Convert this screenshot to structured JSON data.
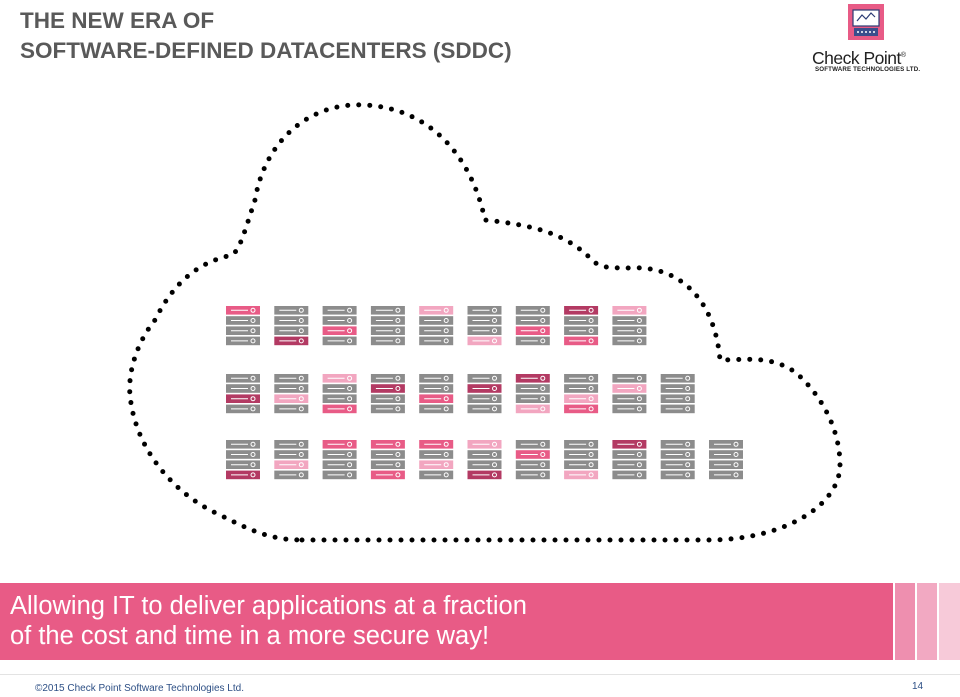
{
  "slide": {
    "title_line1": "THE NEW ERA OF",
    "title_line2": "SOFTWARE-DEFINED DATACENTERS (SDDC)",
    "colors": {
      "title": "#595959",
      "banner": "#e85b86",
      "server_gray": "#8c8c8c",
      "server_pink": "#e85b86",
      "server_light_pink": "#f2a6c0",
      "server_dark_pink": "#b33a63",
      "footer_text": "#2d4f85"
    }
  },
  "logo": {
    "name": "Check Point",
    "registered": "®",
    "subtitle": "SOFTWARE TECHNOLOGIES LTD.",
    "icon": "check-point-logo-icon"
  },
  "diagram": {
    "outline": "dotted-cloud",
    "icon": "server-rack-icon",
    "rows": [
      [
        [
          "p",
          "g",
          "g",
          "g"
        ],
        [
          "g",
          "g",
          "g",
          "d"
        ],
        [
          "g",
          "g",
          "p",
          "g"
        ],
        [
          "g",
          "g",
          "g",
          "g"
        ],
        [
          "l",
          "g",
          "g",
          "g"
        ],
        [
          "g",
          "g",
          "g",
          "l"
        ],
        [
          "g",
          "g",
          "p",
          "g"
        ],
        [
          "d",
          "g",
          "g",
          "p"
        ],
        [
          "l",
          "g",
          "g",
          "g"
        ]
      ],
      [
        [
          "g",
          "g",
          "d",
          "g"
        ],
        [
          "g",
          "g",
          "l",
          "g"
        ],
        [
          "l",
          "g",
          "g",
          "p"
        ],
        [
          "g",
          "d",
          "g",
          "g"
        ],
        [
          "g",
          "g",
          "p",
          "g"
        ],
        [
          "g",
          "d",
          "g",
          "g"
        ],
        [
          "d",
          "g",
          "g",
          "l"
        ],
        [
          "g",
          "g",
          "l",
          "p"
        ],
        [
          "g",
          "l",
          "g",
          "g"
        ],
        [
          "g",
          "g",
          "g",
          "g"
        ]
      ],
      [
        [
          "g",
          "g",
          "g",
          "d"
        ],
        [
          "g",
          "g",
          "l",
          "g"
        ],
        [
          "p",
          "g",
          "g",
          "g"
        ],
        [
          "p",
          "g",
          "g",
          "p"
        ],
        [
          "p",
          "g",
          "l",
          "g"
        ],
        [
          "l",
          "g",
          "g",
          "d"
        ],
        [
          "g",
          "p",
          "g",
          "g"
        ],
        [
          "g",
          "g",
          "g",
          "l"
        ],
        [
          "d",
          "g",
          "g",
          "g"
        ],
        [
          "g",
          "g",
          "g",
          "g"
        ],
        [
          "g",
          "g",
          "g",
          "g"
        ]
      ]
    ]
  },
  "banner": {
    "line1": "Allowing IT to deliver applications at a fraction",
    "line2": "of the cost and time  in a more secure way!"
  },
  "footer": {
    "copyright": "©2015 Check Point Software Technologies Ltd.",
    "page_number": "14"
  }
}
